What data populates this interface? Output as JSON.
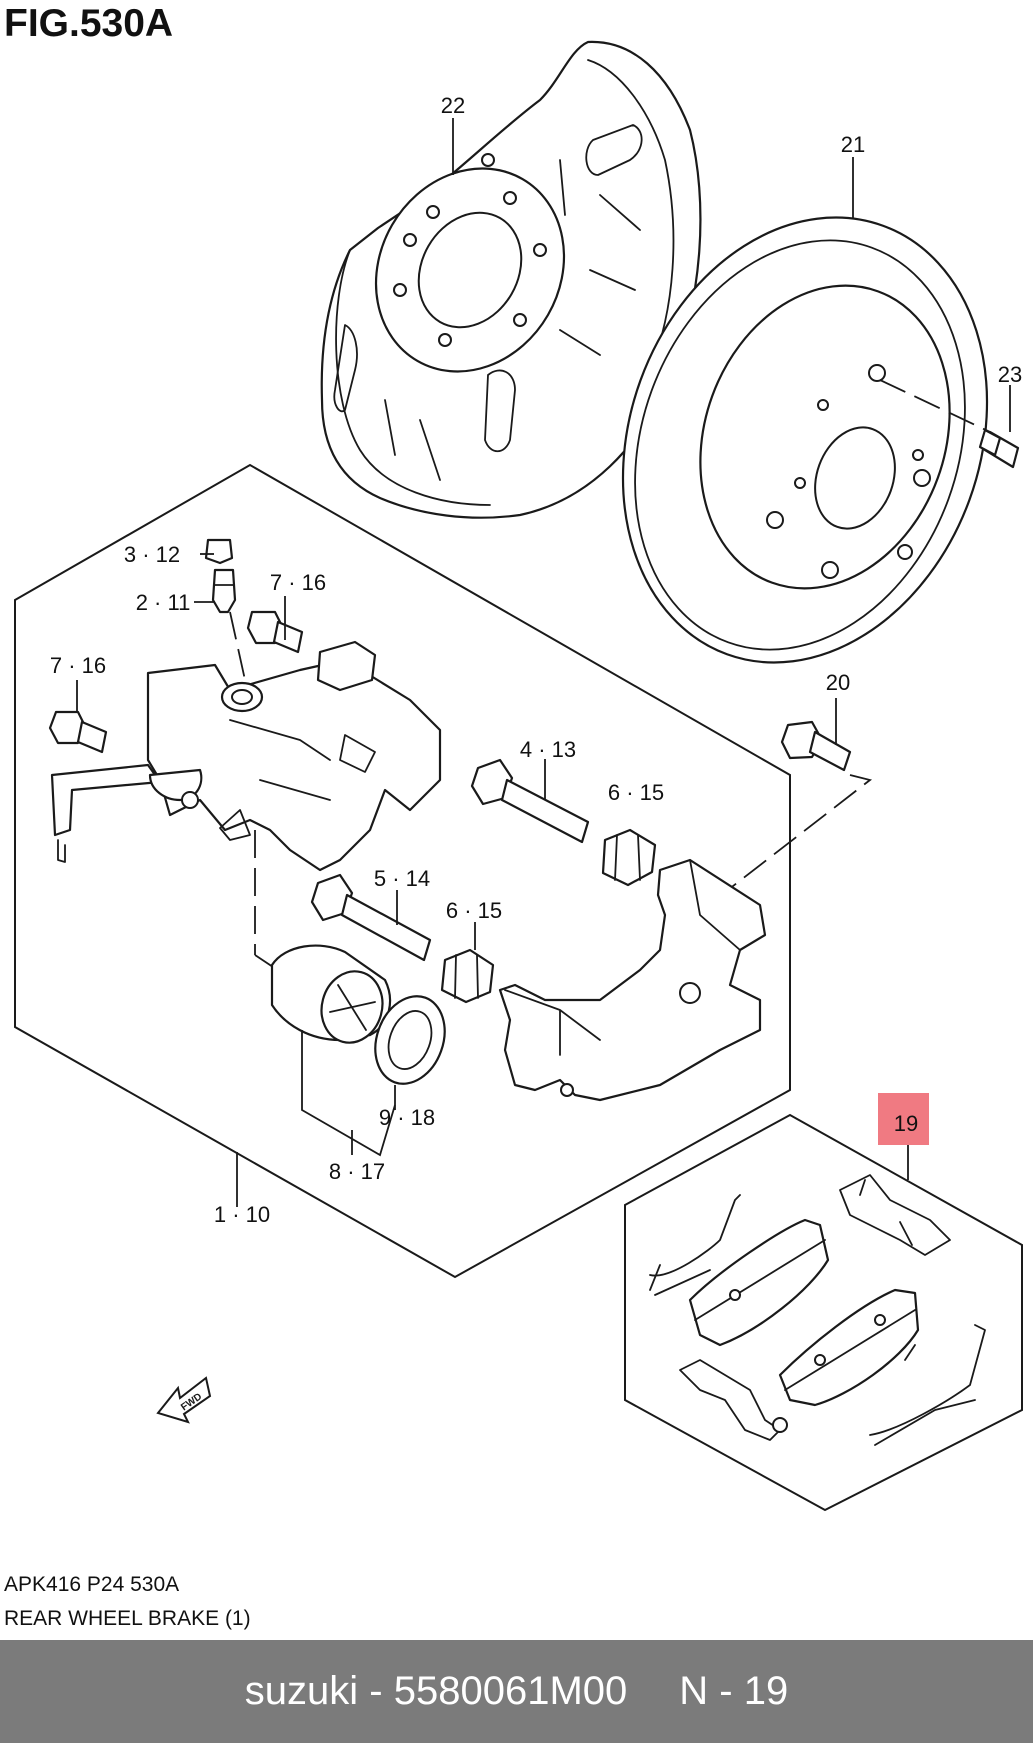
{
  "figure": {
    "title": "FIG.530A",
    "code": "APK416 P24 530A",
    "caption": "REAR WHEEL BRAKE (1)",
    "direction_marker": "FWD"
  },
  "callouts": [
    {
      "id": "22",
      "label": "22"
    },
    {
      "id": "21",
      "label": "21"
    },
    {
      "id": "23",
      "label": "23"
    },
    {
      "id": "3-12",
      "label": "3 · 12"
    },
    {
      "id": "2-11",
      "label": "2 · 11"
    },
    {
      "id": "7-16a",
      "label": "7 · 16"
    },
    {
      "id": "7-16b",
      "label": "7 · 16"
    },
    {
      "id": "20",
      "label": "20"
    },
    {
      "id": "4-13",
      "label": "4 · 13"
    },
    {
      "id": "6-15a",
      "label": "6 · 15"
    },
    {
      "id": "5-14",
      "label": "5 · 14"
    },
    {
      "id": "6-15b",
      "label": "6 · 15"
    },
    {
      "id": "9-18",
      "label": "9 · 18"
    },
    {
      "id": "8-17",
      "label": "8 · 17"
    },
    {
      "id": "1-10",
      "label": "1 · 10"
    },
    {
      "id": "19",
      "label": "19",
      "highlighted": true
    }
  ],
  "highlight_color": "#f07a82",
  "footer": {
    "brand": "suzuki",
    "part_number": "suzuki - 5580061M00",
    "ref": "N - 19",
    "background": "#7b7b7b"
  }
}
